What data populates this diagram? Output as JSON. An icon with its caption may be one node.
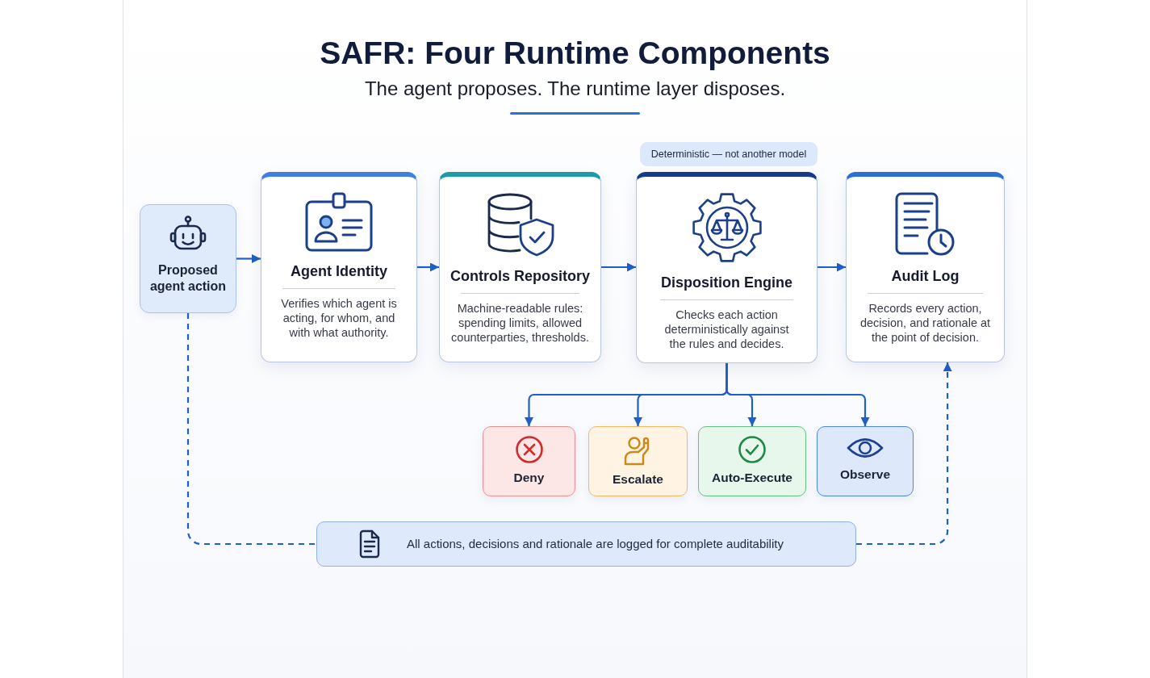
{
  "diagram": {
    "title": "SAFR: Four Runtime Components",
    "nodes": [
      {
        "text": [
          "Proposed agent action"
        ]
      },
      {
        "text": [
          "Agent Identity",
          "Verifies which agent is acting, for whom, and with what authority."
        ]
      },
      {
        "text": [
          "Controls Repository",
          "Machine-readable rules: spending limits, allowed counterparties, thresholds."
        ]
      },
      {
        "text": [
          "Deterministic — not another model"
        ]
      },
      {
        "text": [
          "Disposition Engine",
          "Checks each action deterministically against the rules and decides."
        ]
      },
      {
        "text": [
          "Audit Log",
          "Records every action, decision, and rationale at the point of decision."
        ]
      },
      {
        "text": [
          "Deny"
        ]
      },
      {
        "text": [
          "Escalate"
        ]
      },
      {
        "text": [
          "Auto-Execute"
        ]
      },
      {
        "text": [
          "Observe"
        ]
      },
      {
        "text": [
          "All actions, decisions and rationale are logged for complete auditability"
        ]
      }
    ],
    "edges": [
      {
        "from": 0,
        "to": 1,
        "arrow": "to"
      },
      {
        "from": 1,
        "to": 2,
        "arrow": "to"
      },
      {
        "from": 2,
        "to": 4,
        "arrow": "to"
      },
      {
        "from": 4,
        "to": 5,
        "arrow": "to"
      },
      {
        "from": 4,
        "to": 6,
        "arrow": "to"
      },
      {
        "from": 4,
        "to": 7,
        "arrow": "to"
      },
      {
        "from": 4,
        "to": 8,
        "arrow": "to"
      },
      {
        "from": 4,
        "to": 9,
        "arrow": "to"
      },
      {
        "from": 0,
        "to": 10,
        "arrow": "none",
        "style": "dashed"
      },
      {
        "from": 10,
        "to": 5,
        "arrow": "to",
        "style": "dashed"
      }
    ],
    "labels": [
      "The agent proposes. The runtime layer disposes."
    ]
  }
}
